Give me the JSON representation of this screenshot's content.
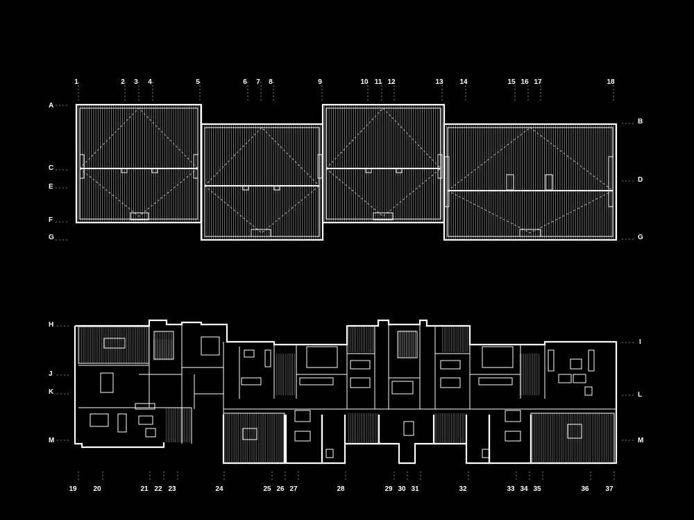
{
  "top_plan": {
    "col_labels": [
      "1",
      "2",
      "3",
      "4",
      "5",
      "6",
      "7",
      "8",
      "9",
      "10",
      "11",
      "12",
      "13",
      "14",
      "15",
      "16",
      "17",
      "18"
    ],
    "row_labels_left": [
      "A",
      "C",
      "E",
      "F",
      "G"
    ],
    "row_labels_right": [
      "B",
      "D",
      "G"
    ]
  },
  "bottom_plan": {
    "col_labels": [
      "19",
      "20",
      "21",
      "22",
      "23",
      "24",
      "25",
      "26",
      "27",
      "28",
      "29",
      "30",
      "31",
      "32",
      "33",
      "34",
      "35",
      "36",
      "37"
    ],
    "row_labels_left": [
      "H",
      "J",
      "K",
      "M"
    ],
    "row_labels_right": [
      "I",
      "L",
      "M"
    ]
  },
  "colors": {
    "background": "#000000",
    "line": "#ffffff"
  }
}
